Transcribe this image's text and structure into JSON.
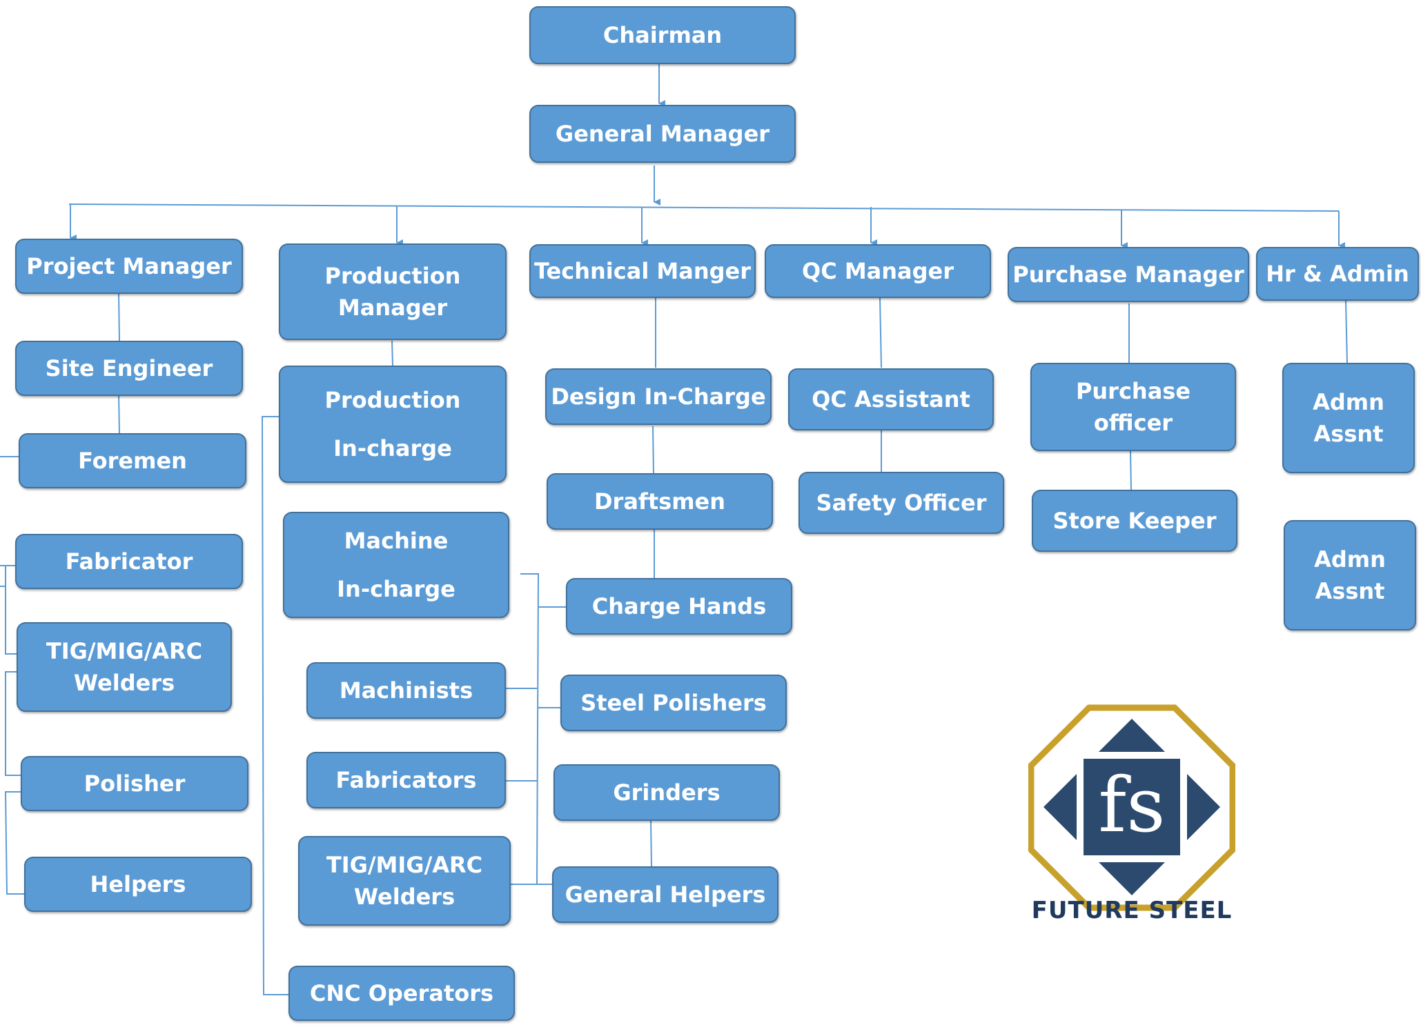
{
  "colors": {
    "box_fill": "#5b9bd5",
    "box_border": "#41719c",
    "connector": "#5b9bd5",
    "logo_gold": "#c8a02c",
    "logo_navy": "#2c4a6e"
  },
  "nodes": {
    "chairman": "Chairman",
    "general_manager": "General Manager",
    "project_manager": "Project Manager",
    "production_manager": "Production\nManager",
    "technical_manager": "Technical Manger",
    "qc_manager": "QC Manager",
    "purchase_manager": "Purchase Manager",
    "hr_admin": "Hr & Admin",
    "site_engineer": "Site Engineer",
    "foremen": "Foremen",
    "fabricator": "Fabricator",
    "pm_welders": "TIG/MIG/ARC\nWelders",
    "polisher": "Polisher",
    "helpers": "Helpers",
    "production_incharge": "Production\nIn-charge",
    "machine_incharge": "Machine\nIn-charge",
    "machinists": "Machinists",
    "fabricators": "Fabricators",
    "prod_welders": "TIG/MIG/ARC\nWelders",
    "cnc_operators": "CNC Operators",
    "design_incharge": "Design In-Charge",
    "draftsmen": "Draftsmen",
    "charge_hands": "Charge Hands",
    "steel_polishers": "Steel Polishers",
    "grinders": "Grinders",
    "general_helpers": "General Helpers",
    "qc_assistant": "QC Assistant",
    "safety_officer": "Safety Officer",
    "purchase_officer": "Purchase\nofficer",
    "store_keeper": "Store Keeper",
    "admn_assnt_1": "Admn\nAssnt",
    "admn_assnt_2": "Admn\nAssnt"
  },
  "logo": {
    "initials": "fs",
    "name": "FUTURE STEEL"
  }
}
